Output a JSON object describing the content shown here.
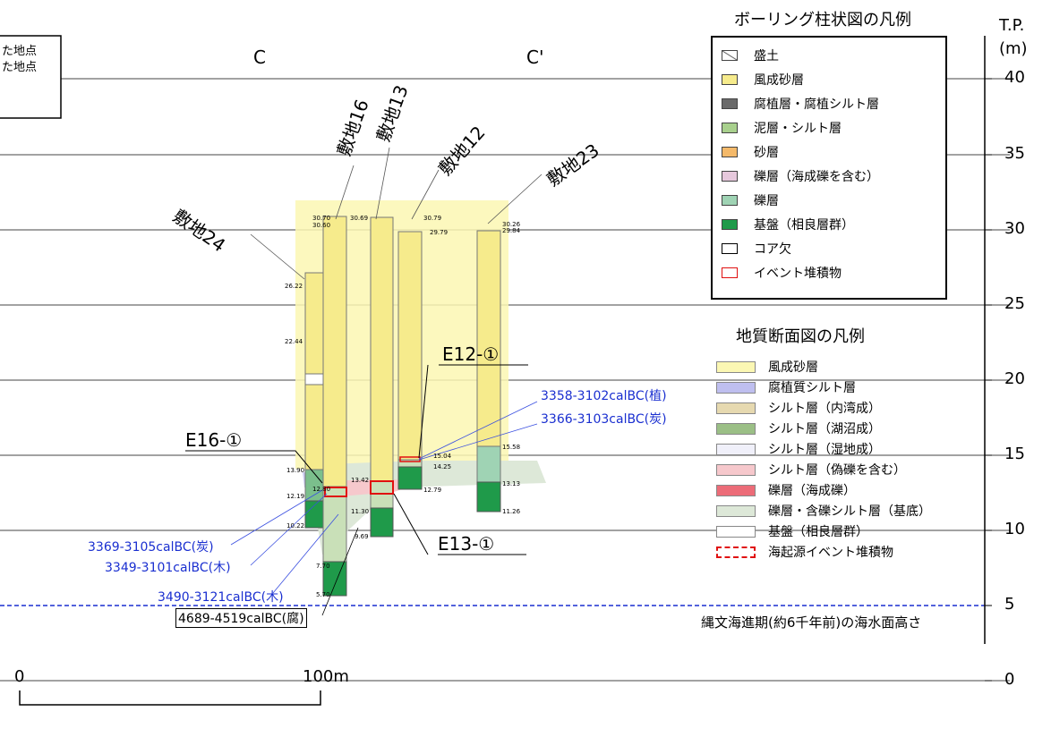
{
  "section": {
    "left": "C",
    "right": "C'"
  },
  "corner_box": {
    "line1": "た地点",
    "line2": "た地点"
  },
  "axis": {
    "title": "T.P.",
    "unit": "(m)",
    "ticks": [
      "40",
      "35",
      "30",
      "25",
      "20",
      "15",
      "10",
      "5",
      "0"
    ]
  },
  "sites": {
    "s24": "敷地24",
    "s16": "敷地16",
    "s13": "敷地13",
    "s12": "敷地12",
    "s23": "敷地23"
  },
  "elevations": {
    "s24": [
      "26.22",
      "22.44",
      "13.90",
      "12.19",
      "10.22"
    ],
    "s16": [
      "30.70",
      "30.60",
      "12.80",
      "7.70",
      "5.70"
    ],
    "s13": [
      "30.69",
      "13.42",
      "11.30",
      "9.69"
    ],
    "s12": [
      "30.79",
      "29.79",
      "15.04",
      "14.25",
      "12.79"
    ],
    "s23": [
      "30.26",
      "29.84",
      "15.58",
      "13.13",
      "11.26"
    ]
  },
  "events": {
    "e12": "E12-①",
    "e16": "E16-①",
    "e13": "E13-①"
  },
  "dates": {
    "d1": "3358-3102calBC(植)",
    "d2": "3366-3103calBC(炭)",
    "d3": "3369-3105calBC(炭)",
    "d4": "3349-3101calBC(木)",
    "d5": "3490-3121calBC(木)",
    "d6": "4689-4519calBC(腐)"
  },
  "boring_legend": {
    "title": "ボーリング柱状図の凡例",
    "items": [
      {
        "label": "盛土",
        "color": "#ffffff"
      },
      {
        "label": "風成砂層",
        "color": "#f6eb8c"
      },
      {
        "label": "腐植層・腐植シルト層",
        "color": "#6a6a6a"
      },
      {
        "label": "泥層・シルト層",
        "color": "#a8d08d"
      },
      {
        "label": "砂層",
        "color": "#f4b96a"
      },
      {
        "label": "礫層（海成礫を含む）",
        "color": "#e6c8dc"
      },
      {
        "label": "礫層",
        "color": "#9fd3b4"
      },
      {
        "label": "基盤（相良層群）",
        "color": "#1f9a4a"
      },
      {
        "label": "コア欠",
        "color": "#ffffff"
      },
      {
        "label": "イベント堆積物",
        "color": "#ffffff"
      }
    ]
  },
  "geology_legend": {
    "title": "地質断面図の凡例",
    "items": [
      {
        "label": "風成砂層",
        "color": "#fbf7b3"
      },
      {
        "label": "腐植質シルト層",
        "color": "#bfbfef"
      },
      {
        "label": "シルト層（内湾成）",
        "color": "#e6d9b0"
      },
      {
        "label": "シルト層（湖沼成）",
        "color": "#9bbf86"
      },
      {
        "label": "シルト層（湿地成）",
        "color": "#f0f0fa"
      },
      {
        "label": "シルト層（偽礫を含む）",
        "color": "#f6c8cc"
      },
      {
        "label": "礫層（海成礫）",
        "color": "#ec6c78"
      },
      {
        "label": "礫層・含礫シルト層（基底）",
        "color": "#dde8d8"
      },
      {
        "label": "基盤（相良層群）",
        "color": "#ffffff"
      },
      {
        "label": "海起源イベント堆積物",
        "color": "#ffffff"
      }
    ]
  },
  "sea_level_label": "縄文海進期(約6千年前)の海水面高さ",
  "scale": {
    "start": "0",
    "end": "100m"
  }
}
